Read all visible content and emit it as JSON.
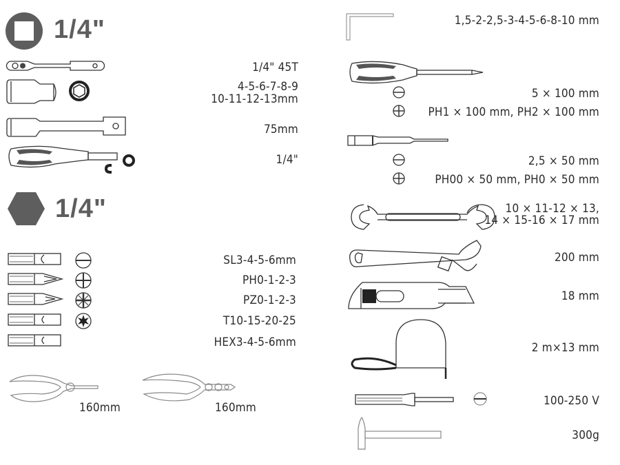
{
  "left": {
    "square_drive": {
      "header": "1/4\"",
      "items": [
        {
          "tool": "ratchet",
          "spec": "1/4\" 45T"
        },
        {
          "tool": "sockets",
          "spec_line1": "4-5-6-7-8-9",
          "spec_line2": "10-11-12-13mm"
        },
        {
          "tool": "extension-bar",
          "spec": "75mm"
        },
        {
          "tool": "bit-holder-screwdriver",
          "spec": "1/4\""
        }
      ]
    },
    "hex_drive": {
      "header": "1/4\"",
      "bits": [
        {
          "tool": "slotted-bit",
          "spec": "SL3-4-5-6mm"
        },
        {
          "tool": "phillips-bit",
          "spec": "PH0-1-2-3"
        },
        {
          "tool": "pozidriv-bit",
          "spec": "PZ0-1-2-3"
        },
        {
          "tool": "torx-bit",
          "spec": "T10-15-20-25"
        },
        {
          "tool": "hex-bit",
          "spec": "HEX3-4-5-6mm"
        }
      ]
    },
    "pliers": [
      {
        "tool": "long-nose-pliers",
        "spec": "160mm"
      },
      {
        "tool": "combination-pliers",
        "spec": "160mm"
      }
    ]
  },
  "right": {
    "hex_keys": {
      "spec": "1,5-2-2,5-3-4-5-6-8-10 mm"
    },
    "screwdrivers": {
      "slotted": "5 × 100 mm",
      "phillips": "PH1 × 100 mm, PH2 × 100 mm"
    },
    "precision_screwdrivers": {
      "slotted": "2,5 × 50 mm",
      "phillips": "PH00 × 50 mm, PH0 × 50 mm"
    },
    "spanners": {
      "line1": "10 × 11-12 × 13,",
      "line2": "14 × 15-16 × 17 mm"
    },
    "adjustable_wrench": {
      "spec": "200 mm"
    },
    "utility_knife": {
      "spec": "18 mm"
    },
    "tape_measure": {
      "spec": "2 m×13 mm"
    },
    "voltage_tester": {
      "spec": "100-250 V"
    },
    "hammer": {
      "spec": "300g"
    }
  },
  "colors": {
    "header_gray": "#5e5e5e",
    "text": "#2b2b2b",
    "line": "#333333"
  }
}
